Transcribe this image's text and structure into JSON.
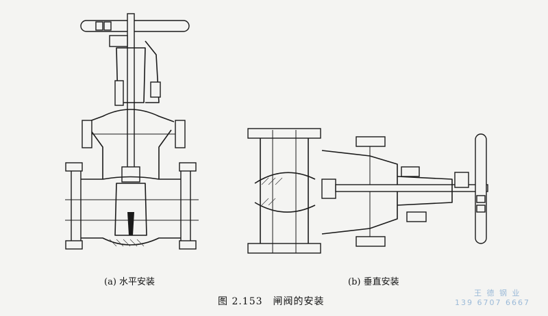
{
  "figure": {
    "caption_a": "(a) 水平安装",
    "caption_b": "(b) 垂直安装",
    "title": "图 2.153　闸阀的安装"
  },
  "watermark": {
    "line1": "王 德 钢 业",
    "line2": "139 6707 6667"
  },
  "colors": {
    "line": "#1a1a1a",
    "paper": "#f4f4f2",
    "watermark": "#9bbad8"
  }
}
